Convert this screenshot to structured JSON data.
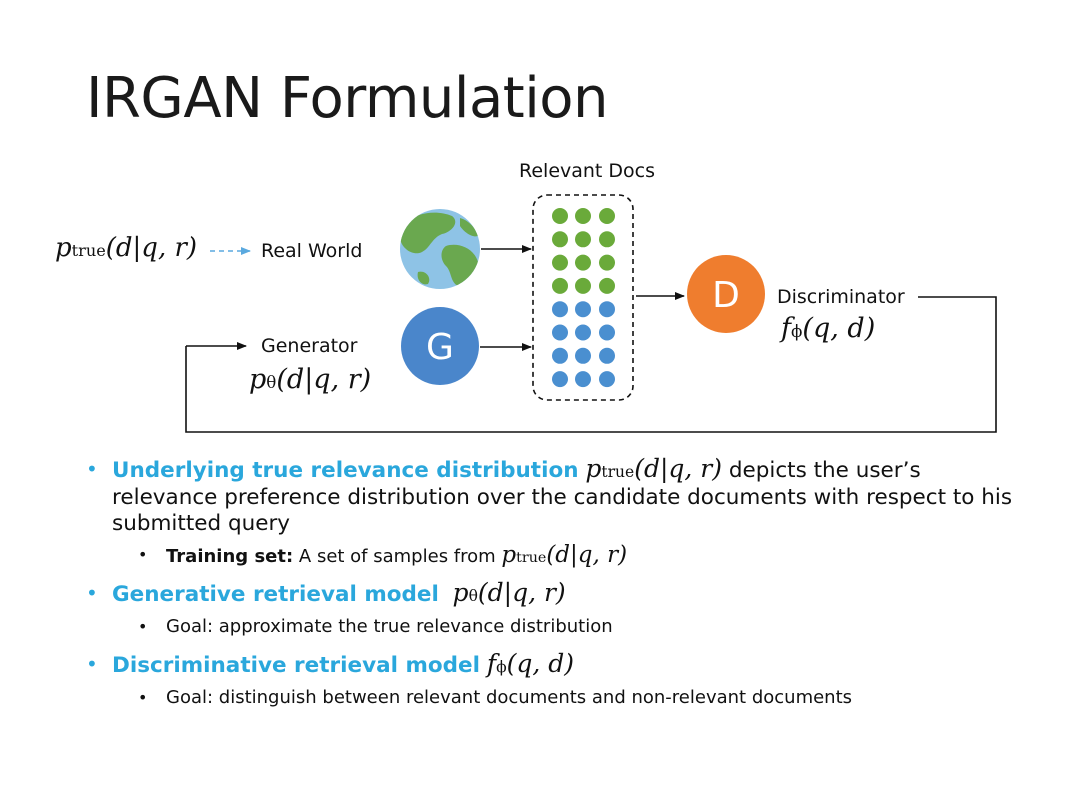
{
  "slide": {
    "title": "IRGAN Formulation"
  },
  "diagram": {
    "relevant_docs_label": "Relevant Docs",
    "real_world_label": "Real World",
    "generator_label": "Generator",
    "discriminator_label": "Discriminator",
    "g_node_letter": "G",
    "d_node_letter": "D",
    "p_true_expr": "(d|q, r)",
    "p_true_base": "p",
    "p_true_sub": "true",
    "p_theta_base": "p",
    "p_theta_sub": "θ",
    "p_theta_expr": "(d|q, r)",
    "f_phi_base": "f",
    "f_phi_sub": "ϕ",
    "f_phi_expr": "(q, d)",
    "colors": {
      "green_doc": "#6aaa3a",
      "blue_doc": "#4a8fd0",
      "generator_node": "#4a86cb",
      "discriminator_node": "#ef7d2e",
      "dashed_arrow": "#5aa9df",
      "globe_ocean": "#8ec3e6",
      "globe_land": "#6aa84f"
    },
    "icons": [
      "globe-icon"
    ]
  },
  "bullets": {
    "b1": {
      "heading": "Underlying true relevance distribution",
      "math_base": "p",
      "math_sub": "true",
      "math_expr": "(d|q, r)",
      "text_after": "depicts the user’s relevance preference distribution over the candidate documents with respect to his submitted query",
      "sub": {
        "bold": "Training set:",
        "text": "A set of samples from",
        "math_base": "p",
        "math_sub": "true",
        "math_expr": "(d|q, r)"
      }
    },
    "b2": {
      "heading": "Generative retrieval model",
      "math_base": "p",
      "math_sub": "θ",
      "math_expr": "(d|q, r)",
      "sub": {
        "text": "Goal: approximate the true relevance distribution"
      }
    },
    "b3": {
      "heading": "Discriminative retrieval model",
      "math_base": "f",
      "math_sub": "ϕ",
      "math_expr": "(q, d)",
      "sub": {
        "text": "Goal: distinguish between relevant documents and non-relevant documents"
      }
    },
    "colors": {
      "highlight": "#2aa7dc"
    }
  }
}
